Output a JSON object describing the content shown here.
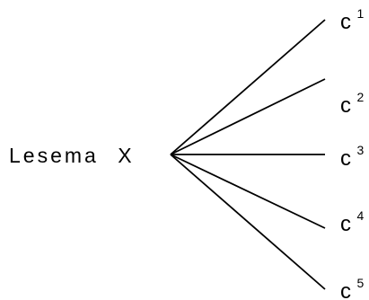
{
  "root": {
    "prefix": "Lesema",
    "variable": "X"
  },
  "leaves": [
    {
      "base": "c",
      "sup": "1"
    },
    {
      "base": "c",
      "sup": "2"
    },
    {
      "base": "c",
      "sup": "3"
    },
    {
      "base": "c",
      "sup": "4"
    },
    {
      "base": "c",
      "sup": "5"
    }
  ],
  "colors": {
    "ink": "#000000",
    "background": "#ffffff"
  }
}
